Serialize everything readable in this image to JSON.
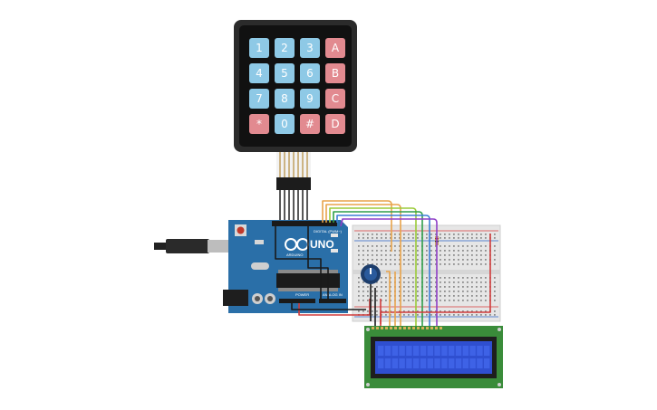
{
  "keypad": {
    "keys": [
      [
        "1",
        "2",
        "3",
        "A"
      ],
      [
        "4",
        "5",
        "6",
        "B"
      ],
      [
        "7",
        "8",
        "9",
        "C"
      ],
      [
        "*",
        "0",
        "#",
        "D"
      ]
    ]
  },
  "arduino": {
    "model": "UNO",
    "brand": "ARDUINO",
    "header_digital": "DIGITAL (PWM~)",
    "header_power": "POWER",
    "header_analog": "ANALOG IN"
  },
  "colors": {
    "board": "#2a6fa8",
    "key_num": "#8ec9e6",
    "key_letter": "#e28a90",
    "lcd_pcb": "#3a8c3a",
    "lcd_screen": "#2f4fd0",
    "breadboard": "#e9e9e9"
  }
}
